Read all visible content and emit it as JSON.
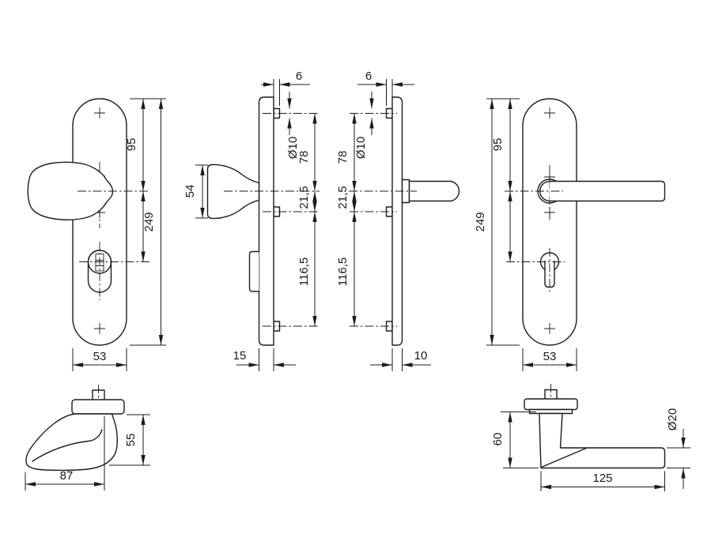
{
  "drawing": {
    "subject": "security-door-fitting-technical-drawing",
    "background": "#ffffff",
    "line_color": "#1c1c1c"
  },
  "views": {
    "knob_plate_front": {
      "dim_top_to_knob": "95",
      "dim_total_height": "249",
      "dim_width": "53"
    },
    "knob_plate_side": {
      "dim_knob_face": "54",
      "dim_boss": "6",
      "dim_hole": "Ø10",
      "dim_top_hole_to_center": "78",
      "dim_center_to_mid_hole": "21,5",
      "dim_mid_to_bottom_hole": "116,5",
      "dim_depth": "15"
    },
    "lever_plate_side": {
      "dim_boss": "6",
      "dim_hole": "Ø10",
      "dim_top_hole_to_center": "78",
      "dim_center_to_mid_hole": "21,5",
      "dim_mid_to_bottom_hole": "116,5",
      "dim_depth": "10"
    },
    "lever_plate_front": {
      "dim_top_to_lever": "95",
      "dim_total_height": "249",
      "dim_width": "53"
    },
    "knob_detail": {
      "dim_height": "55",
      "dim_length": "87"
    },
    "lever_detail": {
      "dim_height": "60",
      "dim_length": "125",
      "dim_grip": "Ø20"
    }
  }
}
